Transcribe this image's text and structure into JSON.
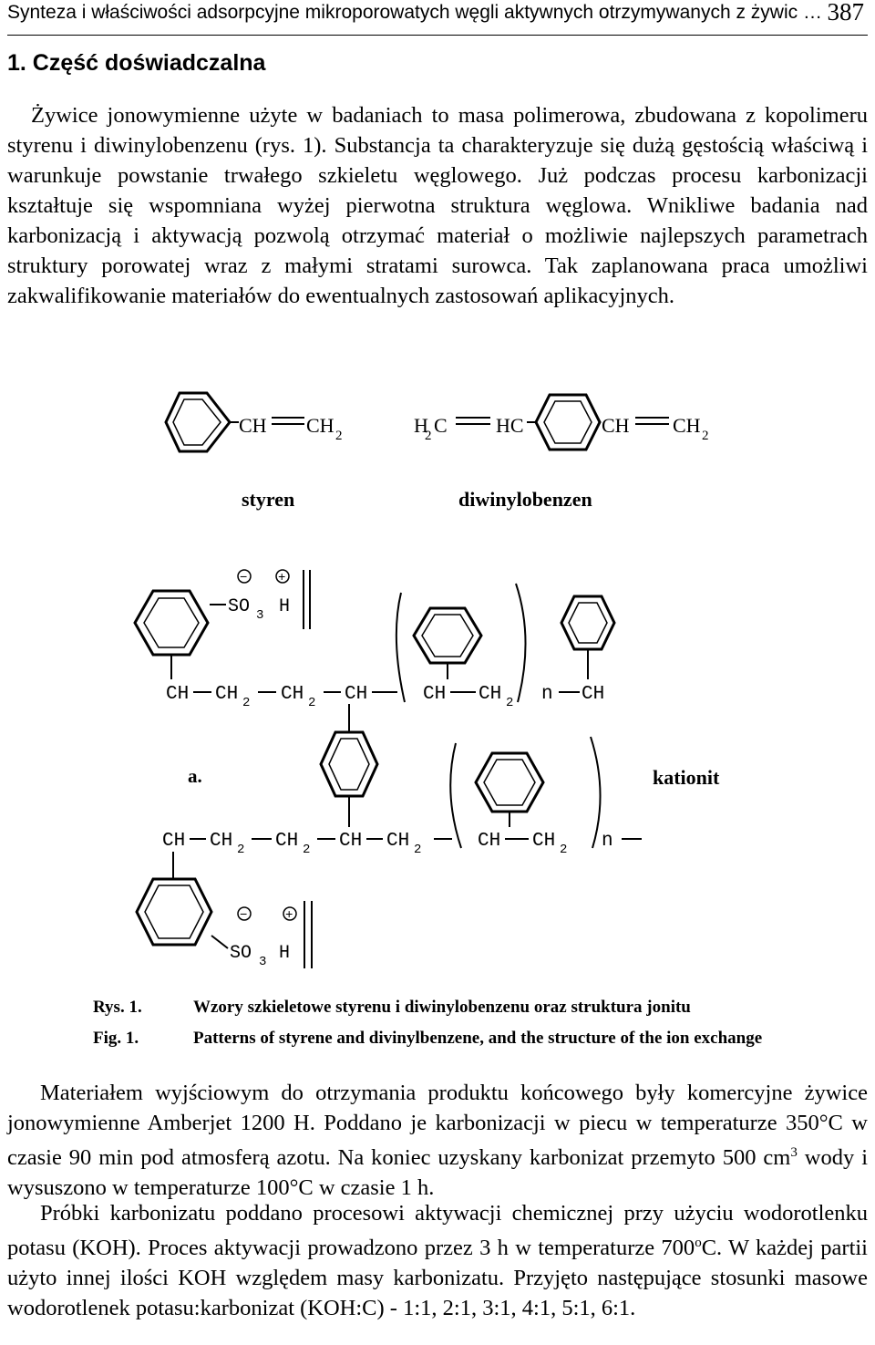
{
  "header": {
    "title": "Synteza i właściwości adsorpcyjne mikroporowatych węgli aktywnych otrzymywanych z żywic …",
    "page_number": "387"
  },
  "section_title": "1. Część doświadczalna",
  "paragraph1": "Żywice jonowymienne użyte w badaniach to masa polimerowa, zbudowana z kopolimeru styrenu i diwinylobenzenu (rys. 1). Substancja ta charakteryzuje się dużą gęstością właściwą i warunkuje powstanie trwałego szkieletu węglowego. Już podczas procesu karbonizacji kształtuje się wspomniana wyżej pierwotna struktura węglowa. Wnikliwe badania nad karbonizacją i aktywacją pozwolą otrzymać materiał o możliwie najlepszych parametrach struktury porowatej wraz z małymi stratami surowca. Tak zaplanowana praca umożliwi zakwalifikowanie materiałów do ewentualnych zastosowań aplikacyjnych.",
  "figure": {
    "styrene_ch": "CH",
    "styrene_ch2": "CH",
    "sub2": "2",
    "dvb_h": "H",
    "dvb_c": "C",
    "dvb_hc": "HC",
    "dvb_ch": "CH",
    "dvb_ch2": "CH",
    "label_styren": "styren",
    "label_diwinylobenzen": "diwinylobenzen",
    "label_a": "a.",
    "label_kationit": "kationit",
    "sym_so3": "SO",
    "sym_3": "3",
    "sym_h": "H",
    "sym_minus": "−",
    "sym_plus": "+",
    "chain_ch": "CH",
    "chain_ch2": "CH",
    "chain_n": "n"
  },
  "caption_pl": {
    "label": "Rys. 1.",
    "text": "Wzory szkieletowe styrenu i diwinylobenzenu oraz struktura jonitu"
  },
  "caption_en": {
    "label": "Fig. 1.",
    "text": "Patterns of styrene and divinylbenzene, and the structure of the ion exchange"
  },
  "paragraph2_a": "Materiałem wyjściowym do otrzymania produktu końcowego były komercyjne żywice jonowymienne Amberjet 1200 H. Poddano je karbonizacji w piecu w temperaturze 350°C w czasie 90 min pod atmosferą azotu. Na koniec uzyskany karbonizat przemyto 500 cm",
  "paragraph2_sup": "3",
  "paragraph2_b": " wody i wysuszono w temperaturze 100°C w czasie 1 h.",
  "paragraph3_a": "Próbki karbonizatu poddano procesowi aktywacji chemicznej przy użyciu wodorotlenku potasu (KOH). Proces aktywacji prowadzono przez 3 h w temperaturze 700",
  "paragraph3_sup": "o",
  "paragraph3_b": "C. W każdej partii użyto innej ilości KOH względem masy karbonizatu. Przyjęto następujące stosunki masowe wodorotlenek potasu:karbonizat (KOH:C) - 1:1, 2:1, 3:1, 4:1, 5:1, 6:1."
}
